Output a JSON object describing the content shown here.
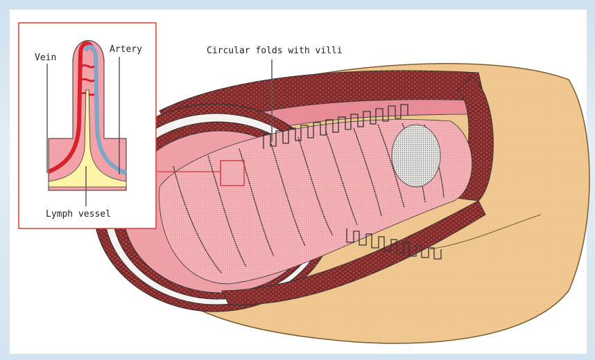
{
  "labels": {
    "vein": "Vein",
    "artery": "Artery",
    "lymph_vessel": "Lymph vessel",
    "circular_folds": "Circular folds with villi"
  },
  "colors": {
    "outer_tan": "#f0c891",
    "muscle_wall": "#a83a3a",
    "mucosa_pink": "#f2a7ad",
    "vein_red": "#d8222a",
    "artery_blue": "#7fa6c6",
    "lymph_yellow": "#fff4a8",
    "inset_border": "#d93a3a"
  }
}
